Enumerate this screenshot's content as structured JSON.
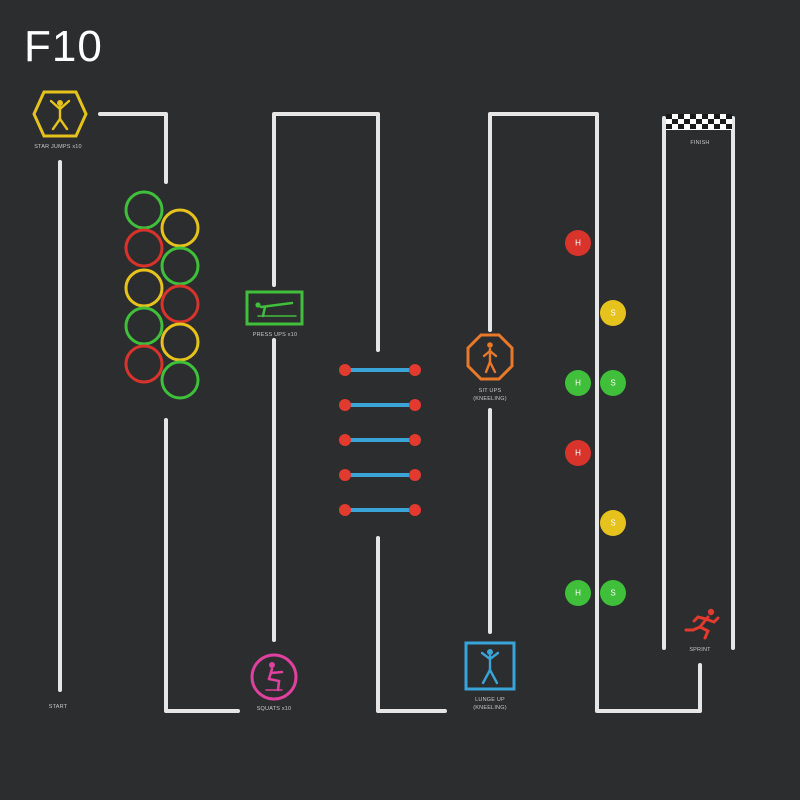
{
  "title": "F10",
  "stations": {
    "star_jumps": "STAR JUMPS x10",
    "press_ups": "PRESS UPS x10",
    "squats": "SQUATS x10",
    "sit_ups": "SIT UPS",
    "sit_ups_sub": "(KNEELING)",
    "lunge": "LUNGE UP",
    "lunge_sub": "(KNEELING)",
    "start": "START",
    "finish": "FINISH",
    "sprint": "SPRINT"
  },
  "colors": {
    "background": "#2b2d2f",
    "line": "#e6e6e6",
    "ring_green": "#3fbf3a",
    "ring_yellow": "#e5c21c",
    "ring_red": "#d8342b",
    "ladder_rung": "#3aa4d8",
    "ladder_node": "#e23a2e",
    "hex_yellow": "#e5c21c",
    "press_green": "#3fbf3a",
    "squat_pink": "#e0409e",
    "octagon_orange": "#e8782a",
    "lunge_blue": "#3aa4d8",
    "sprint_red": "#e23a2e"
  },
  "dots": [
    {
      "color": "red",
      "label": "H"
    },
    {
      "color": "yellow",
      "label": "S"
    },
    {
      "color": "green",
      "label": "H"
    },
    {
      "color": "green",
      "label": "S"
    },
    {
      "color": "red",
      "label": "H"
    },
    {
      "color": "yellow",
      "label": "S"
    },
    {
      "color": "green",
      "label": "H"
    },
    {
      "color": "green",
      "label": "S"
    }
  ],
  "icons": [
    "star-jump-icon",
    "press-up-icon",
    "squat-icon",
    "sit-up-icon",
    "lunge-icon",
    "sprint-icon",
    "finish-flag-icon"
  ]
}
